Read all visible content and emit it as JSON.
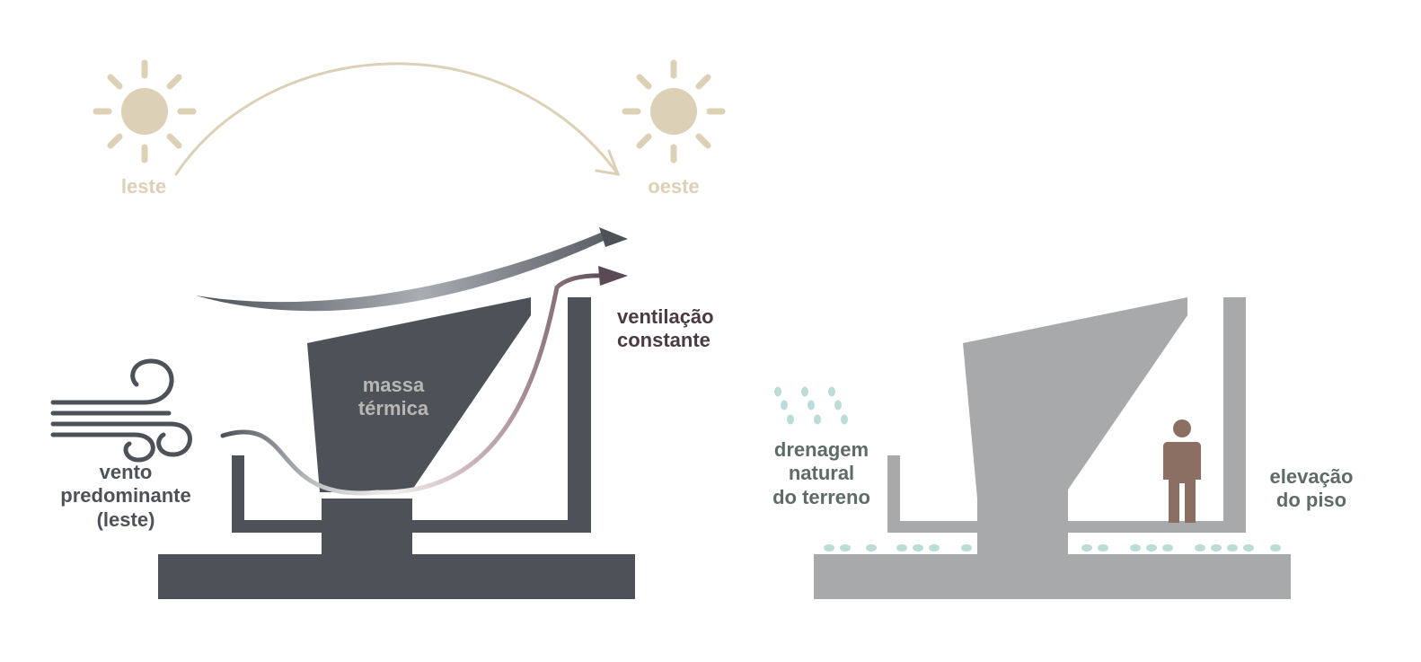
{
  "sun_path": {
    "east_label": "leste",
    "west_label": "oeste",
    "sun_color": "#dcd0b6"
  },
  "left_section": {
    "wind_label": [
      "vento",
      "predominante",
      "(leste)"
    ],
    "ventilation_label": [
      "ventilação",
      "constante"
    ],
    "mass_label": [
      "massa",
      "térmica"
    ],
    "structure_color": "#4d5158",
    "airflow_colors": [
      "#4d5158",
      "#a9adb2",
      "#5a4a55",
      "#b59aa3"
    ]
  },
  "right_section": {
    "drainage_label": [
      "drenagem",
      "natural",
      "do terreno"
    ],
    "floor_label": [
      "elevação",
      "do piso"
    ],
    "structure_color": "#a7a9ab",
    "water_color": "#bcdcd8",
    "person_color": "#8b6f63"
  }
}
